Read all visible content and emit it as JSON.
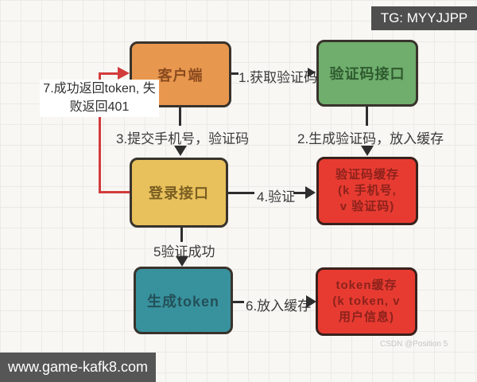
{
  "badges": {
    "tg": "TG: MYYJJPP",
    "site": "www.game-kafk8.com",
    "csdn": "CSDN @Position 5"
  },
  "flowchart": {
    "nodes": {
      "client": {
        "label": "客户端",
        "color": "#E8974E"
      },
      "captcha_api": {
        "label": "验证码接口",
        "color": "#6FAE6D"
      },
      "login_api": {
        "label": "登录接口",
        "color": "#E9C15C"
      },
      "captcha_cache": {
        "lines": [
          "验证码缓存",
          "(k 手机号,",
          "v 验证码)"
        ],
        "color": "#E73B31"
      },
      "token_gen": {
        "label": "生成token",
        "color": "#38929D"
      },
      "token_cache": {
        "lines": [
          "token缓存",
          "(k token, v",
          "用户信息)"
        ],
        "color": "#E73B31"
      }
    },
    "edges": {
      "e1": "1.获取验证码",
      "e2": "2.生成验证码，放入缓存",
      "e3": "3.提交手机号，验证码",
      "e4": "4.验证",
      "e5": "5验证成功",
      "e6": "6.放入缓存",
      "e7_line1": "7.成功返回token,",
      "e7_line2": "失败返回401"
    },
    "colors": {
      "arrow": "#2E2E2E",
      "feedback_arrow": "#D23B3B",
      "node_border": "#39332C",
      "cache_text": "#8C221C",
      "background": "#F8F7F4",
      "grid_line": "#EBEAE6",
      "badge_background": "#4F4F4F"
    }
  }
}
